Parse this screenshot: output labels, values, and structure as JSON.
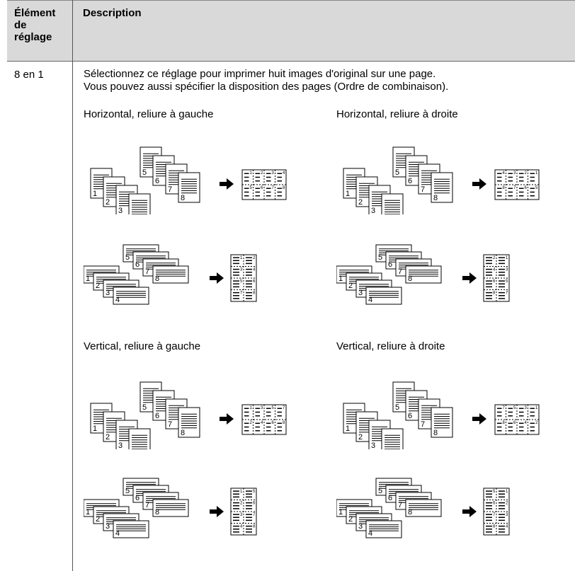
{
  "header": {
    "col1": [
      "Élément",
      "de",
      "réglage"
    ],
    "col2": "Description"
  },
  "row": {
    "label": "8 en 1",
    "intro": [
      "Sélectionnez ce réglage pour imprimer huit images d'original sur une page.",
      "Vous pouvez aussi spécifier la disposition des pages (Ordre de combinaison)."
    ],
    "captions": {
      "hl": "Horizontal, reliure à gauche",
      "hr": "Horizontal, reliure à droite",
      "vl": "Vertical, reliure à gauche",
      "vr": "Vertical, reliure à droite"
    },
    "page_numbers": [
      "1",
      "2",
      "3",
      "4",
      "5",
      "6",
      "7",
      "8"
    ]
  }
}
